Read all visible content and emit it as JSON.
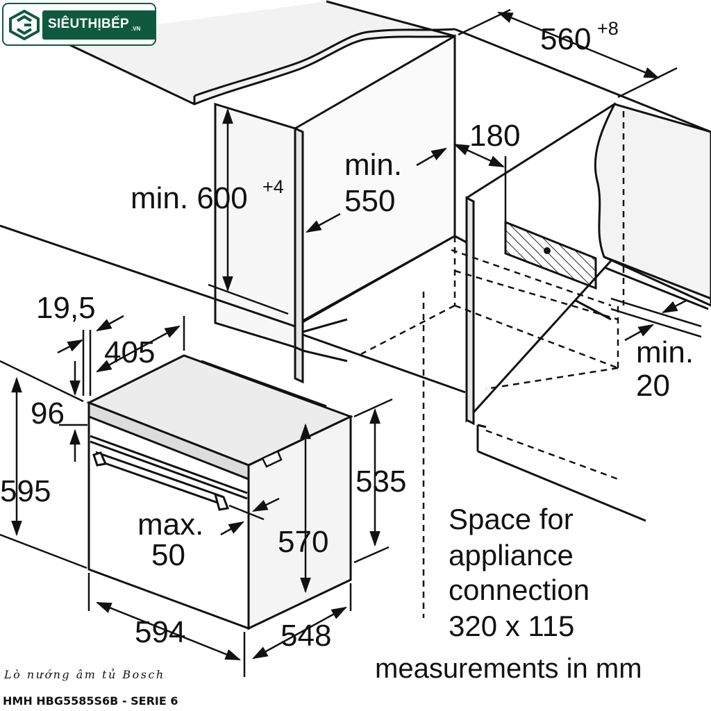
{
  "logo": {
    "brand": "SIÊUTHỊBẾP",
    "suffix": ".VN",
    "icon": "hexagon-logo-icon",
    "color": "#0f5a3e"
  },
  "dimensions": {
    "niche_width": "560",
    "niche_width_tol": "+8",
    "niche_height": "min. 600",
    "niche_height_tol": "+4",
    "depth_min_line1": "min.",
    "depth_min_line2": "550",
    "connection_offset": "180",
    "gap_min_line1": "min.",
    "gap_min_line2": "20",
    "panel_thickness": "19,5",
    "top_depth": "405",
    "fascia_height": "96",
    "total_height": "595",
    "door_gap_line1": "max.",
    "door_gap_line2": "50",
    "body_height_inner": "570",
    "body_height_back": "535",
    "total_width": "594",
    "body_depth": "548"
  },
  "notes": {
    "space_line1": "Space for",
    "space_line2": "appliance",
    "space_line3": "connection",
    "space_line4": "320 x 115",
    "units": "measurements in mm"
  },
  "caption": {
    "line1": "Lò nướng âm tủ Bosch",
    "line2": "HMH HBG5585S6B - SERIE 6"
  }
}
